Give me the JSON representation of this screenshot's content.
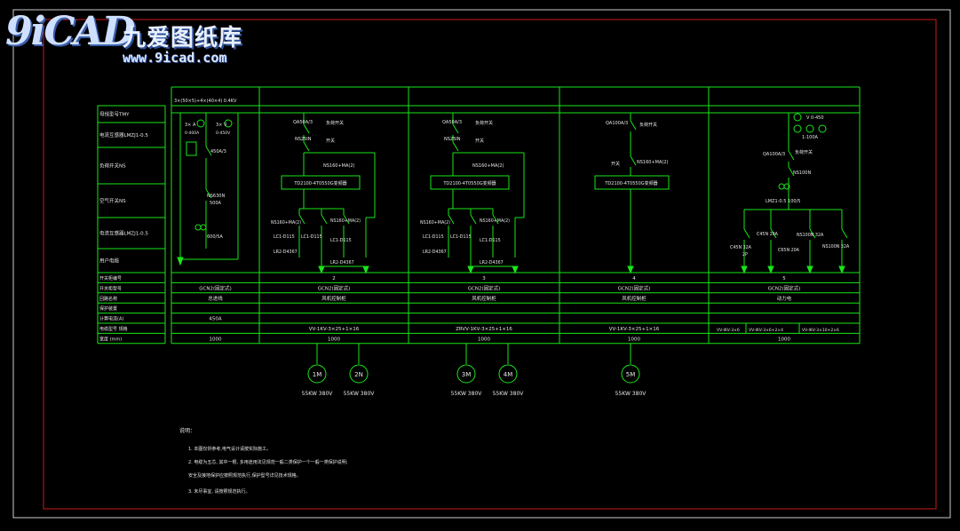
{
  "logo": {
    "mark": "9iCAD",
    "cn": "九爱图纸库",
    "url": "www.9icad.com"
  },
  "colors": {
    "line": "#19e619",
    "text": "#e6e6e6",
    "frame": "#cc1a1a",
    "bg": "#000000"
  },
  "bus_label": "3×(50×5)+4×(40×4)  0.4KV",
  "left_labels": [
    "母线型号TMY",
    "电流互感器LMZJ1-0.5",
    "负荷开关NS",
    "空气开关NS",
    "电流互感器LMZJ1-0.5",
    "用户电缆"
  ],
  "bottom_row_labels": [
    "开关柜编号",
    "开关柜型号",
    "回路名称",
    "保护装置",
    "计算电流(A)",
    "电缆型号 规格",
    "宽度 (mm)"
  ],
  "panels": [
    {
      "number": "",
      "model": "GCN2(固定式)",
      "circuit": "总进线",
      "current": "450A",
      "cable": "",
      "width": "1000",
      "devices": [
        "3× A",
        "3× V",
        "0-400A",
        "0-450V",
        "450A/3",
        "NS630N",
        "500A",
        "600/5A"
      ]
    },
    {
      "number": "2",
      "model": "GCN2(固定式)",
      "circuit": "风机控制柜",
      "current": "",
      "cable": "VV-1KV-3×25+1×16",
      "width": "1000",
      "devices": [
        "QA50A/3",
        "负荷开关",
        "NS25IN",
        "开关",
        "NS160+MA(2)",
        "TD2100-4T0550G变频器",
        "NS160+MA(2)",
        "NS160+MA(2)",
        "LC1-D115",
        "LC1-D115",
        "LC1-D115",
        "LR2-D4367",
        "LR2-D4367"
      ],
      "motors": [
        {
          "id": "1M",
          "rating": "55KW 380V"
        },
        {
          "id": "2N",
          "rating": "55KW 380V"
        }
      ]
    },
    {
      "number": "3",
      "model": "GCN2(固定式)",
      "circuit": "风机控制柜",
      "current": "",
      "cable": "ZRVV-1KV-3×25+1×16",
      "width": "1000",
      "devices": [
        "QA50A/3",
        "负荷开关",
        "NS25IN",
        "开关",
        "NS160+MA(2)",
        "TD2100-4T0550G变频器",
        "NS160+MA(2)",
        "NS160+MA(2)",
        "LC1-D115",
        "LC1-D115",
        "LC1-D115",
        "LR2-D4367",
        "LR2-D4367"
      ],
      "motors": [
        {
          "id": "3M",
          "rating": "55KW 380V"
        },
        {
          "id": "4M",
          "rating": "55KW 380V"
        }
      ]
    },
    {
      "number": "4",
      "model": "GCN2(固定式)",
      "circuit": "风机控制柜",
      "current": "",
      "cable": "VV-1KV-3×25+1×16",
      "width": "1000",
      "devices": [
        "QA100A/3",
        "负荷开关",
        "开关",
        "NS160+MA(2)",
        "TD2100-4T0550G变频器"
      ],
      "motors": [
        {
          "id": "5M",
          "rating": "55KW 380V"
        }
      ]
    },
    {
      "number": "5",
      "model": "GCN2(固定式)",
      "circuit": "动力电",
      "current": "",
      "cable": "",
      "width": "1000",
      "devices": [
        "V 0-450",
        "A",
        "A",
        "1-100A",
        "QA100A/3",
        "负荷开关",
        "NS100N",
        "LMZ1-0.5 100/5",
        "C45N 32A",
        "2P",
        "C45N 20A",
        "C65N 20A",
        "NS100N 32A",
        "NS100N 32A"
      ],
      "sub_cables": [
        "VV-IKV-3×6",
        "VV-IKV-3×6+2×4",
        "VV-IKV-3×10+2×6"
      ]
    }
  ],
  "notes": {
    "title": "说明：",
    "items": [
      "1. 本图仅供参考,电气设计请按实际施工。",
      "2. 电缆为五芯, 其中一根, 多用途用法见规范一般二类保护一个一般一类保护说明;",
      "   安全及接地保护应按照规范执行,保护型号详见技术规格。",
      "3. 未尽事宜, 请按照规范执行。"
    ]
  }
}
